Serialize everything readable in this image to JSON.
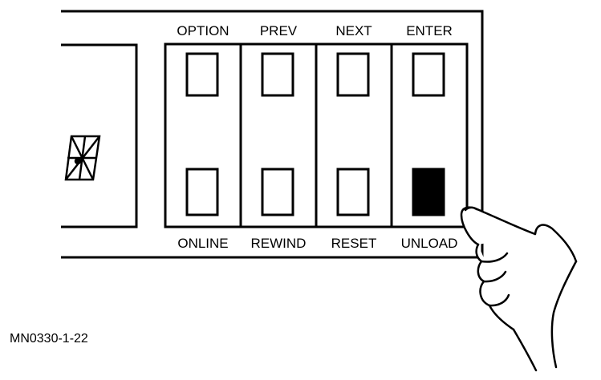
{
  "panel": {
    "top_labels": [
      "OPTION",
      "PREV",
      "NEXT",
      "ENTER"
    ],
    "bottom_labels": [
      "ONLINE",
      "REWIND",
      "RESET",
      "UNLOAD"
    ],
    "pressed_button": "UNLOAD"
  },
  "figure_id": "MN0330-1-22",
  "colors": {
    "ink": "#000000",
    "background": "#ffffff"
  }
}
